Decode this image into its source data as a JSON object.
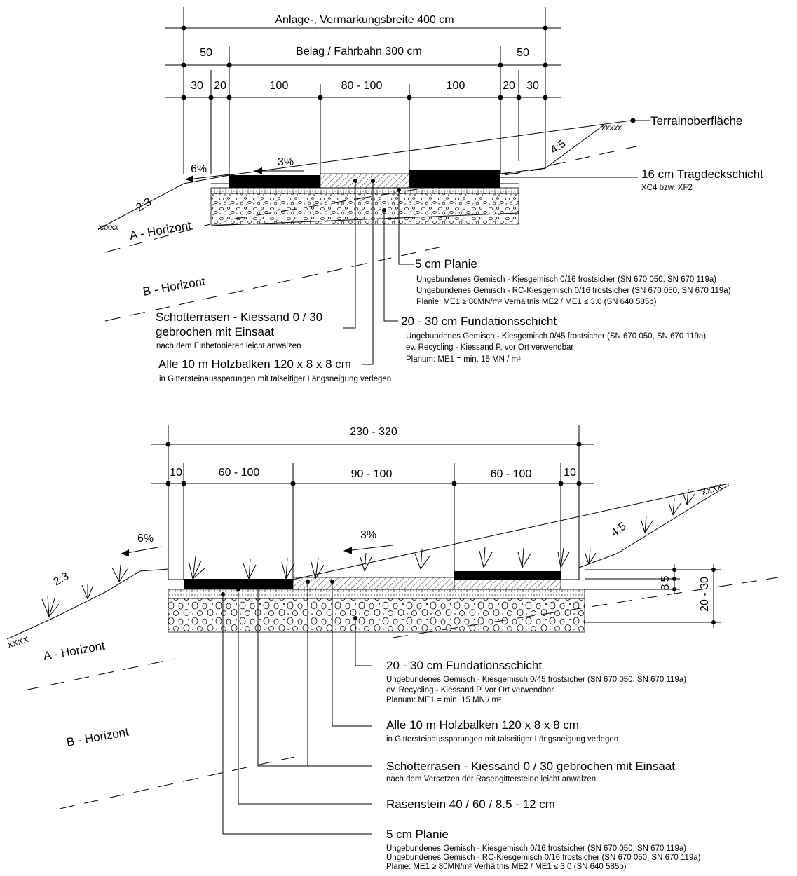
{
  "top": {
    "dims": {
      "total": "Anlage-, Vermarkungsbreite 400 cm",
      "belag": "Belag / Fahrbahn 300 cm",
      "side_left": "50",
      "side_right": "50",
      "d30_left": "30",
      "d20_left": "20",
      "d100_left": "100",
      "d80_100": "80 - 100",
      "d100_right": "100",
      "d20_right": "20",
      "d30_right": "30"
    },
    "slope_outer": "6%",
    "slope_road": "3%",
    "slope_left": "2:3",
    "slope_right": "4:5",
    "hatch_left": "xxxxx",
    "hatch_right": "xxxxx",
    "terrain": "Terrainoberfläche",
    "a_horizont": "A - Horizont",
    "b_horizont": "B - Horizont",
    "tragdeck_title": "16 cm Tragdeckschicht",
    "tragdeck_sub": "XC4 bzw. XF2",
    "planie_title": "5 cm Planie",
    "planie_lines": [
      "Ungebundenes Gemisch - Kiesgemisch 0/16  frostsicher (SN 670 050, SN 670 119a)",
      "Ungebundenes Gemisch - RC-Kiesgemisch 0/16 frostsicher (SN 670 050, SN 670 119a)",
      "Planie: ME1 ≥ 80MN/m² Verhältnis ME2 / ME1 ≤ 3.0 (SN 640 585b)"
    ],
    "fund_title": "20 - 30 cm Fundationsschicht",
    "fund_lines": [
      "Ungebundenes Gemisch - Kiesgemisch 0/45 frostsicher (SN 670 050, SN 670 119a)",
      "ev. Recycling - Kiessand P, vor Ort verwendbar",
      "Planum: ME1 = min. 15 MN / m²"
    ],
    "schotter_title1": "Schotterrasen - Kiessand 0 / 30",
    "schotter_title2": "gebrochen mit Einsaat",
    "schotter_sub": "nach dem Einbetonieren leicht anwalzen",
    "holz_title": "Alle 10 m Holzbalken 120 x 8 x 8 cm",
    "holz_sub": "in Gittersteinaussparungen mit talseitiger Längsneigung verlegen"
  },
  "bottom": {
    "dims": {
      "total": "230 - 320",
      "d10_left": "10",
      "d60_100_left": "60 - 100",
      "d90_100": "90 - 100",
      "d60_100_right": "60 - 100",
      "d10_right": "10",
      "h5": "5",
      "h8": "8",
      "h20_30": "20 - 30"
    },
    "slope_outer": "6%",
    "slope_road": "3%",
    "slope_left": "2:3",
    "slope_right": "4:5",
    "hatch_left": "XXXX",
    "hatch_right": "XXXX",
    "a_horizont": "A - Horizont",
    "b_horizont": "B - Horizont",
    "fund_title": "20 - 30 cm Fundationsschicht",
    "fund_lines": [
      "Ungebundenes Gemisch - Kiesgemisch 0/45 frostsicher (SN 670 050, SN 670 119a)",
      "ev. Recycling - Kiessand P, vor Ort verwendbar",
      "Planum: ME1 = min. 15 MN / m²"
    ],
    "holz_title": "Alle 10 m Holzbalken 120 x 8 x 8 cm",
    "holz_sub": "in Gittersteinaussparungen mit talseitiger Längsneigung verlegen",
    "schotter_title": "Schotterrasen - Kiessand 0 / 30 gebrochen mit Einsaat",
    "schotter_sub": "nach dem Versetzen der Rasengittersteine leicht anwalzen",
    "rasenstein": "Rasenstein 40 / 60 / 8.5 - 12 cm",
    "planie_title": "5 cm Planie",
    "planie_lines": [
      "Ungebundenes Gemisch - Kiesgemisch 0/16 frostsicher (SN 670 050, SN 670 119a)",
      "Ungebundenes Gemisch - RC-Kiesgemisch 0/16 frostsicher (SN 670 050, SN 670 119a)",
      "Planie: ME1 ≥ 80MN/m² Verhältnis ME2 / ME1 ≤ 3.0 (SN 640 585b)"
    ]
  }
}
